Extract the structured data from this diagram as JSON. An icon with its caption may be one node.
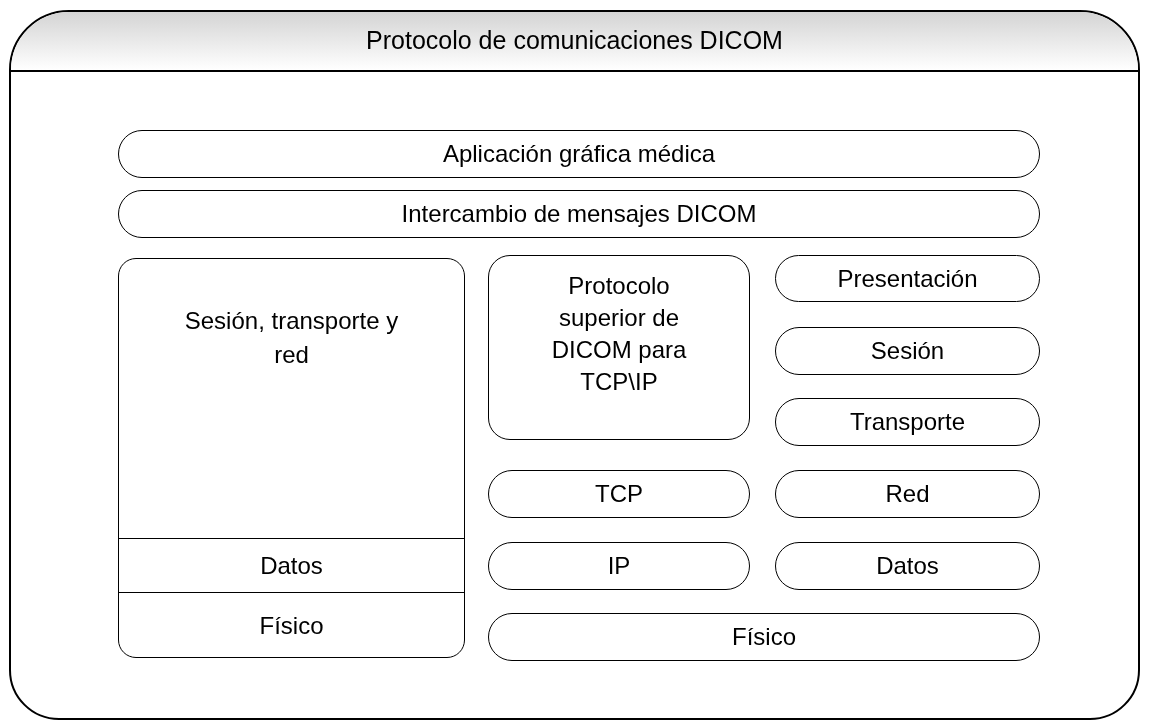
{
  "diagram": {
    "nodes": [
      {
        "text": [
          "Protocolo de comunicaciones DICOM"
        ]
      },
      {
        "text": [
          "Aplicación gráfica médica"
        ],
        "in": 0
      },
      {
        "text": [
          "Intercambio de mensajes DICOM"
        ],
        "in": 0
      },
      {
        "text": [],
        "shape": "box",
        "in": 0
      },
      {
        "text": [
          "Sesión, transporte y red"
        ],
        "in": 3
      },
      {
        "text": [
          "Datos"
        ],
        "in": 3
      },
      {
        "text": [
          "Físico"
        ],
        "in": 3
      },
      {
        "text": [
          "Protocolo superior de DICOM para TCP\\IP"
        ],
        "in": 0
      },
      {
        "text": [
          "Presentación"
        ],
        "in": 0
      },
      {
        "text": [
          "Sesión"
        ],
        "in": 0
      },
      {
        "text": [
          "Transporte"
        ],
        "in": 0
      },
      {
        "text": [
          "TCP"
        ],
        "in": 0
      },
      {
        "text": [
          "Red"
        ],
        "in": 0
      },
      {
        "text": [
          "IP"
        ],
        "in": 0
      },
      {
        "text": [
          "Datos"
        ],
        "in": 0
      },
      {
        "text": [
          "Físico"
        ],
        "in": 0
      }
    ]
  }
}
